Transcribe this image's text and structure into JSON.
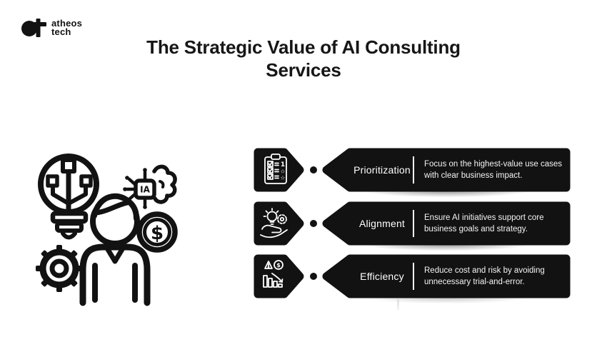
{
  "brand": {
    "line1": "atheos",
    "line2": "tech"
  },
  "title": {
    "line1": "The Strategic Value of AI Consulting",
    "line2": "Services"
  },
  "colors": {
    "ink": "#121212",
    "background": "#ffffff",
    "text_on_dark": "#f4f4f4"
  },
  "illustration": {
    "name": "ai-consulting-line-art",
    "elements": [
      "circuit-lightbulb",
      "consultant-person",
      "gear",
      "ai-brain-chip",
      "dollar-coin"
    ],
    "chip_label": "IA",
    "coin_symbol": "$"
  },
  "rows": [
    {
      "icon": "clipboard-checklist-icon",
      "label": "Prioritization",
      "description": "Focus on the highest-value use cases with clear business impact.",
      "checklist_marks": [
        "1",
        "☆",
        "☆"
      ]
    },
    {
      "icon": "hand-lightbulb-gear-icon",
      "label": "Alignment",
      "description": "Ensure AI initiatives support core business goals and strategy."
    },
    {
      "icon": "cost-risk-chart-icon",
      "label": "Efficiency",
      "description": "Reduce cost and risk by avoiding unnecessary trial-and-error.",
      "coin_symbol": "$"
    }
  ]
}
